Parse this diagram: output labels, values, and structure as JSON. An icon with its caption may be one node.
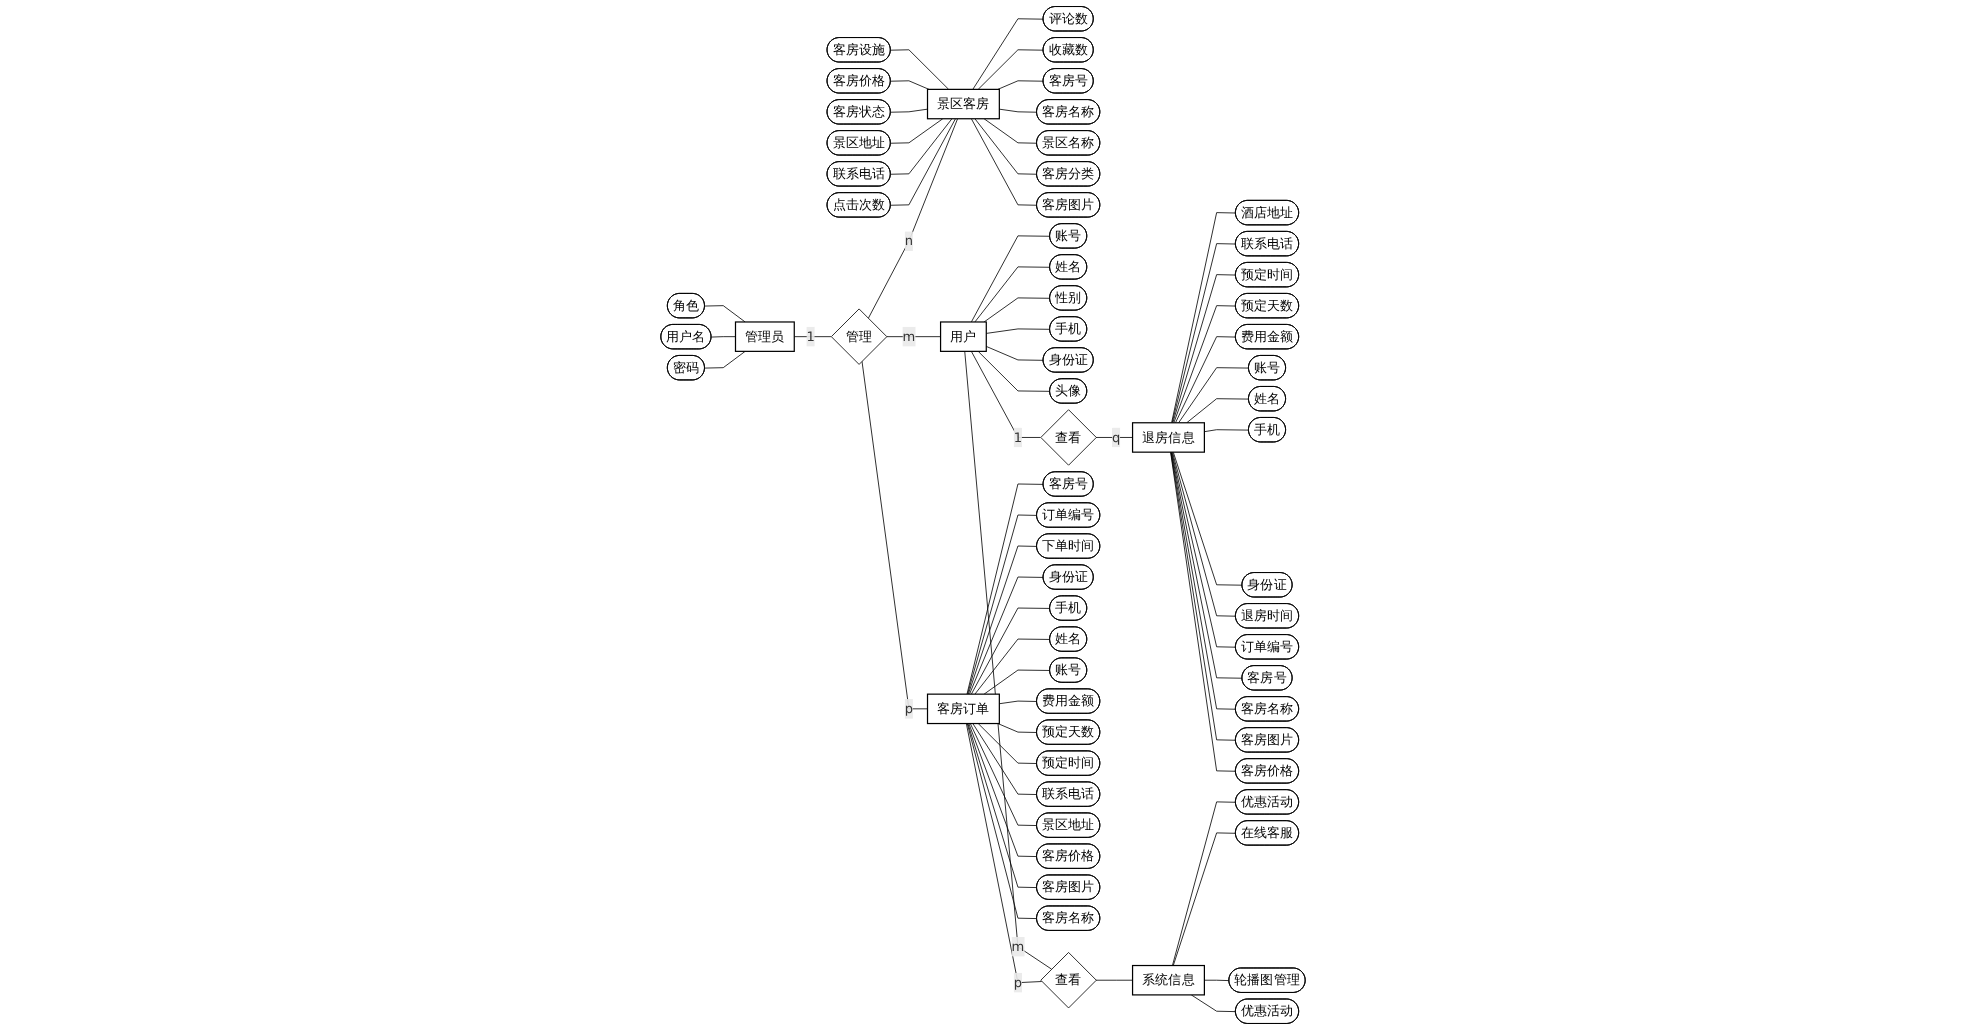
{
  "diagram": {
    "nodes": [
      {
        "text": [
          "景区客房"
        ]
      },
      {
        "text": [
          "客房设施"
        ]
      },
      {
        "text": [
          "客房价格"
        ]
      },
      {
        "text": [
          "客房状态"
        ]
      },
      {
        "text": [
          "景区地址"
        ]
      },
      {
        "text": [
          "联系电话"
        ]
      },
      {
        "text": [
          "点击次数"
        ]
      },
      {
        "text": [
          "评论数"
        ]
      },
      {
        "text": [
          "收藏数"
        ]
      },
      {
        "text": [
          "客房号"
        ]
      },
      {
        "text": [
          "客房名称"
        ]
      },
      {
        "text": [
          "景区名称"
        ]
      },
      {
        "text": [
          "客房分类"
        ]
      },
      {
        "text": [
          "客房图片"
        ]
      },
      {
        "text": [
          "退房信息"
        ]
      },
      {
        "text": [
          "酒店地址"
        ]
      },
      {
        "text": [
          "联系电话"
        ]
      },
      {
        "text": [
          "预定时间"
        ]
      },
      {
        "text": [
          "预定天数"
        ]
      },
      {
        "text": [
          "费用金额"
        ]
      },
      {
        "text": [
          "账号"
        ]
      },
      {
        "text": [
          "姓名"
        ]
      },
      {
        "text": [
          "手机"
        ]
      },
      {
        "text": [
          "身份证"
        ]
      },
      {
        "text": [
          "退房时间"
        ]
      },
      {
        "text": [
          "订单编号"
        ]
      },
      {
        "text": [
          "客房号"
        ]
      },
      {
        "text": [
          "客房名称"
        ]
      },
      {
        "text": [
          "客房图片"
        ]
      },
      {
        "text": [
          "客房价格"
        ]
      },
      {
        "text": [
          "管理员"
        ]
      },
      {
        "text": [
          "角色"
        ]
      },
      {
        "text": [
          "用户名"
        ]
      },
      {
        "text": [
          "密码"
        ]
      },
      {
        "text": [
          "管理"
        ]
      },
      {
        "text": [
          "用户"
        ]
      },
      {
        "text": [
          "账号"
        ]
      },
      {
        "text": [
          "姓名"
        ]
      },
      {
        "text": [
          "性别"
        ]
      },
      {
        "text": [
          "手机"
        ]
      },
      {
        "text": [
          "身份证"
        ]
      },
      {
        "text": [
          "头像"
        ]
      },
      {
        "text": [
          "查看"
        ]
      },
      {
        "text": [
          "客房订单"
        ]
      },
      {
        "text": [
          "客房号"
        ]
      },
      {
        "text": [
          "订单编号"
        ]
      },
      {
        "text": [
          "下单时间"
        ]
      },
      {
        "text": [
          "身份证"
        ]
      },
      {
        "text": [
          "手机"
        ]
      },
      {
        "text": [
          "姓名"
        ]
      },
      {
        "text": [
          "账号"
        ]
      },
      {
        "text": [
          "费用金额"
        ]
      },
      {
        "text": [
          "预定天数"
        ]
      },
      {
        "text": [
          "预定时间"
        ]
      },
      {
        "text": [
          "联系电话"
        ]
      },
      {
        "text": [
          "景区地址"
        ]
      },
      {
        "text": [
          "客房价格"
        ]
      },
      {
        "text": [
          "客房图片"
        ]
      },
      {
        "text": [
          "客房名称"
        ]
      },
      {
        "text": [
          "查看"
        ]
      },
      {
        "text": [
          "系统信息"
        ]
      },
      {
        "text": [
          "优惠活动"
        ]
      },
      {
        "text": [
          "在线客服"
        ]
      },
      {
        "text": [
          "轮播图管理"
        ]
      },
      {
        "text": [
          "优惠活动"
        ]
      }
    ],
    "edges": [
      {
        "from": 1,
        "to": 0,
        "arrow": "none"
      },
      {
        "from": 2,
        "to": 0,
        "arrow": "none"
      },
      {
        "from": 3,
        "to": 0,
        "arrow": "none"
      },
      {
        "from": 4,
        "to": 0,
        "arrow": "none"
      },
      {
        "from": 5,
        "to": 0,
        "arrow": "none"
      },
      {
        "from": 6,
        "to": 0,
        "arrow": "none"
      },
      {
        "from": 0,
        "to": 7,
        "arrow": "none"
      },
      {
        "from": 0,
        "to": 8,
        "arrow": "none"
      },
      {
        "from": 0,
        "to": 9,
        "arrow": "none"
      },
      {
        "from": 0,
        "to": 10,
        "arrow": "none"
      },
      {
        "from": 0,
        "to": 11,
        "arrow": "none"
      },
      {
        "from": 0,
        "to": 12,
        "arrow": "none"
      },
      {
        "from": 0,
        "to": 13,
        "arrow": "none"
      },
      {
        "from": 14,
        "to": 15,
        "arrow": "none"
      },
      {
        "from": 14,
        "to": 16,
        "arrow": "none"
      },
      {
        "from": 14,
        "to": 17,
        "arrow": "none"
      },
      {
        "from": 14,
        "to": 18,
        "arrow": "none"
      },
      {
        "from": 14,
        "to": 19,
        "arrow": "none"
      },
      {
        "from": 14,
        "to": 20,
        "arrow": "none"
      },
      {
        "from": 14,
        "to": 21,
        "arrow": "none"
      },
      {
        "from": 14,
        "to": 22,
        "arrow": "none"
      },
      {
        "from": 14,
        "to": 23,
        "arrow": "none"
      },
      {
        "from": 14,
        "to": 24,
        "arrow": "none"
      },
      {
        "from": 14,
        "to": 25,
        "arrow": "none"
      },
      {
        "from": 14,
        "to": 26,
        "arrow": "none"
      },
      {
        "from": 14,
        "to": 27,
        "arrow": "none"
      },
      {
        "from": 14,
        "to": 28,
        "arrow": "none"
      },
      {
        "from": 14,
        "to": 29,
        "arrow": "none"
      },
      {
        "from": 31,
        "to": 30,
        "arrow": "none"
      },
      {
        "from": 32,
        "to": 30,
        "arrow": "none"
      },
      {
        "from": 33,
        "to": 30,
        "arrow": "none"
      },
      {
        "from": 30,
        "to": 34,
        "label": "1",
        "arrow": "none"
      },
      {
        "from": 34,
        "to": 0,
        "label": "n",
        "arrow": "none"
      },
      {
        "from": 34,
        "to": 35,
        "label": "m",
        "arrow": "none"
      },
      {
        "from": 34,
        "to": 43,
        "label": "p",
        "arrow": "none"
      },
      {
        "from": 35,
        "to": 36,
        "arrow": "none"
      },
      {
        "from": 35,
        "to": 37,
        "arrow": "none"
      },
      {
        "from": 35,
        "to": 38,
        "arrow": "none"
      },
      {
        "from": 35,
        "to": 39,
        "arrow": "none"
      },
      {
        "from": 35,
        "to": 40,
        "arrow": "none"
      },
      {
        "from": 35,
        "to": 41,
        "arrow": "none"
      },
      {
        "from": 35,
        "to": 42,
        "label": "1",
        "arrow": "none"
      },
      {
        "from": 42,
        "to": 14,
        "label": "q",
        "arrow": "none"
      },
      {
        "from": 43,
        "to": 44,
        "arrow": "none"
      },
      {
        "from": 43,
        "to": 45,
        "arrow": "none"
      },
      {
        "from": 43,
        "to": 46,
        "arrow": "none"
      },
      {
        "from": 43,
        "to": 47,
        "arrow": "none"
      },
      {
        "from": 43,
        "to": 48,
        "arrow": "none"
      },
      {
        "from": 43,
        "to": 49,
        "arrow": "none"
      },
      {
        "from": 43,
        "to": 50,
        "arrow": "none"
      },
      {
        "from": 43,
        "to": 51,
        "arrow": "none"
      },
      {
        "from": 43,
        "to": 52,
        "arrow": "none"
      },
      {
        "from": 43,
        "to": 53,
        "arrow": "none"
      },
      {
        "from": 43,
        "to": 54,
        "arrow": "none"
      },
      {
        "from": 43,
        "to": 55,
        "arrow": "none"
      },
      {
        "from": 43,
        "to": 56,
        "arrow": "none"
      },
      {
        "from": 43,
        "to": 57,
        "arrow": "none"
      },
      {
        "from": 43,
        "to": 58,
        "arrow": "none"
      },
      {
        "from": 35,
        "to": 59,
        "label": "m",
        "arrow": "none"
      },
      {
        "from": 43,
        "to": 59,
        "label": "p",
        "arrow": "none"
      },
      {
        "from": 59,
        "to": 60,
        "arrow": "none"
      },
      {
        "from": 60,
        "to": 61,
        "arrow": "none"
      },
      {
        "from": 60,
        "to": 62,
        "arrow": "none"
      },
      {
        "from": 60,
        "to": 63,
        "arrow": "none"
      },
      {
        "from": 60,
        "to": 64,
        "arrow": "none"
      }
    ]
  }
}
